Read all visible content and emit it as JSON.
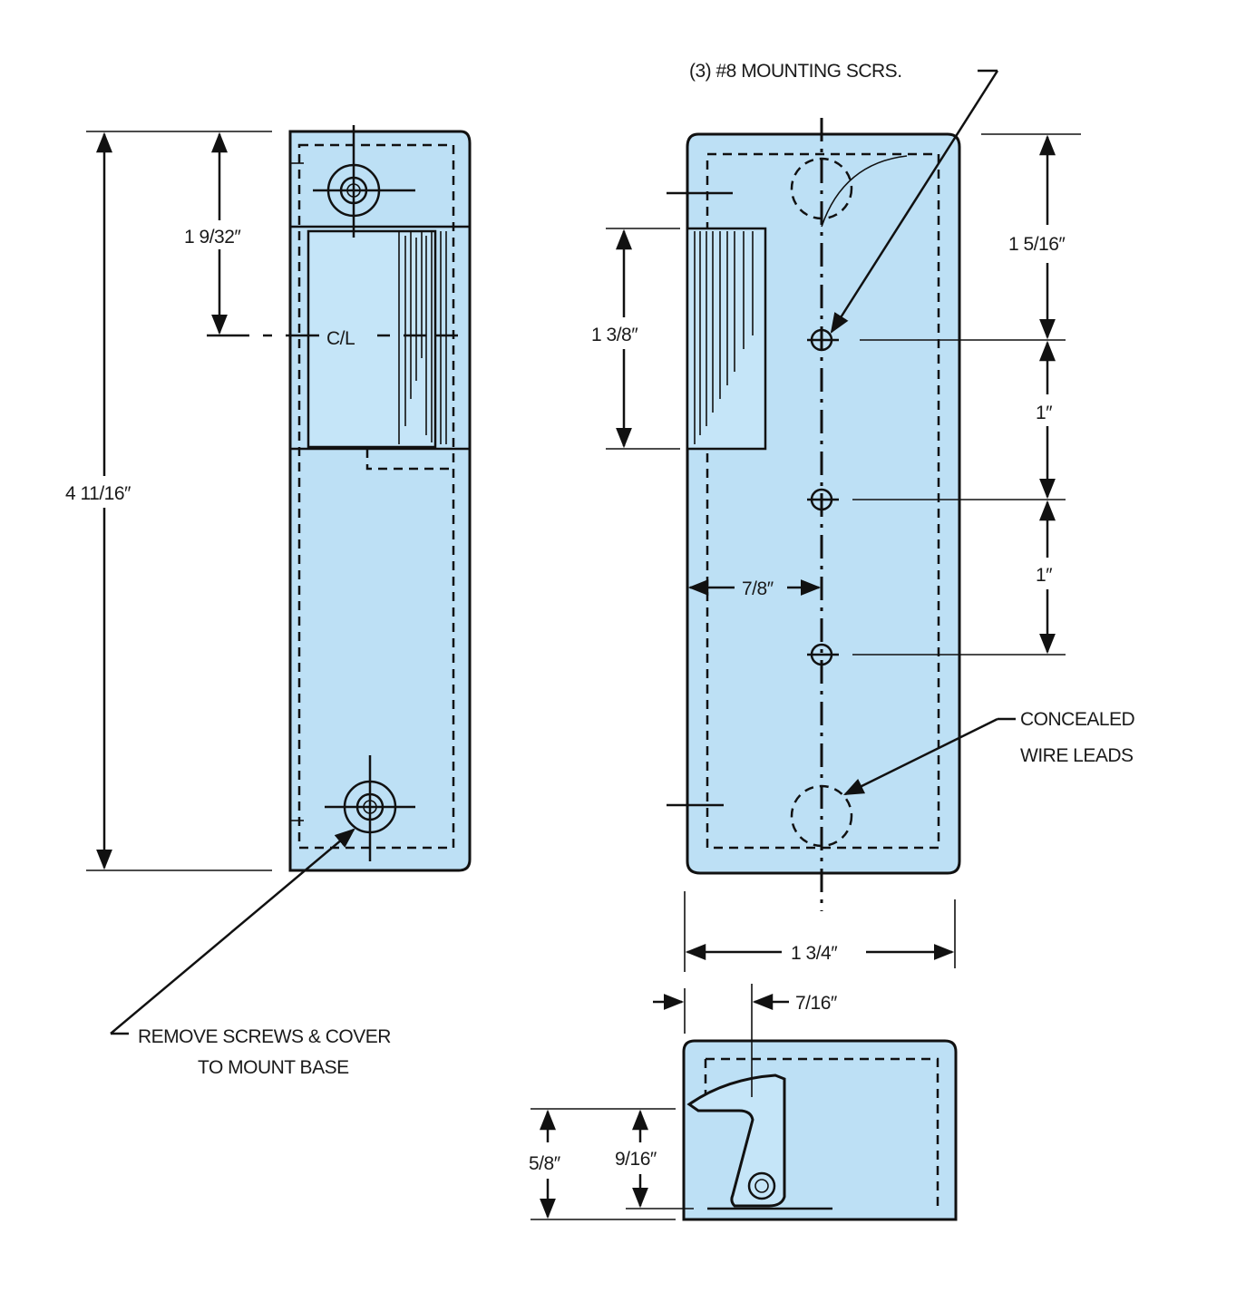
{
  "colors": {
    "body_fill": "#bde0f5",
    "line": "#111111"
  },
  "labels": {
    "mounting_screws": "(3) #8 MOUNTING SCRS.",
    "dim_1_9_32": "1 9/32″",
    "centerline": "C/L",
    "dim_4_11_16": "4 11/16″",
    "dim_1_3_8": "1 3/8″",
    "dim_1_5_16": "1 5/16″",
    "dim_1_a": "1″",
    "dim_1_b": "1″",
    "dim_7_8": "7/8″",
    "concealed_line1": "CONCEALED",
    "concealed_line2": "WIRE LEADS",
    "dim_1_3_4": "1 3/4″",
    "dim_7_16": "7/16″",
    "remove_line1": "REMOVE SCREWS & COVER",
    "remove_line2": "TO MOUNT BASE",
    "dim_5_8": "5/8″",
    "dim_9_16": "9/16″"
  }
}
